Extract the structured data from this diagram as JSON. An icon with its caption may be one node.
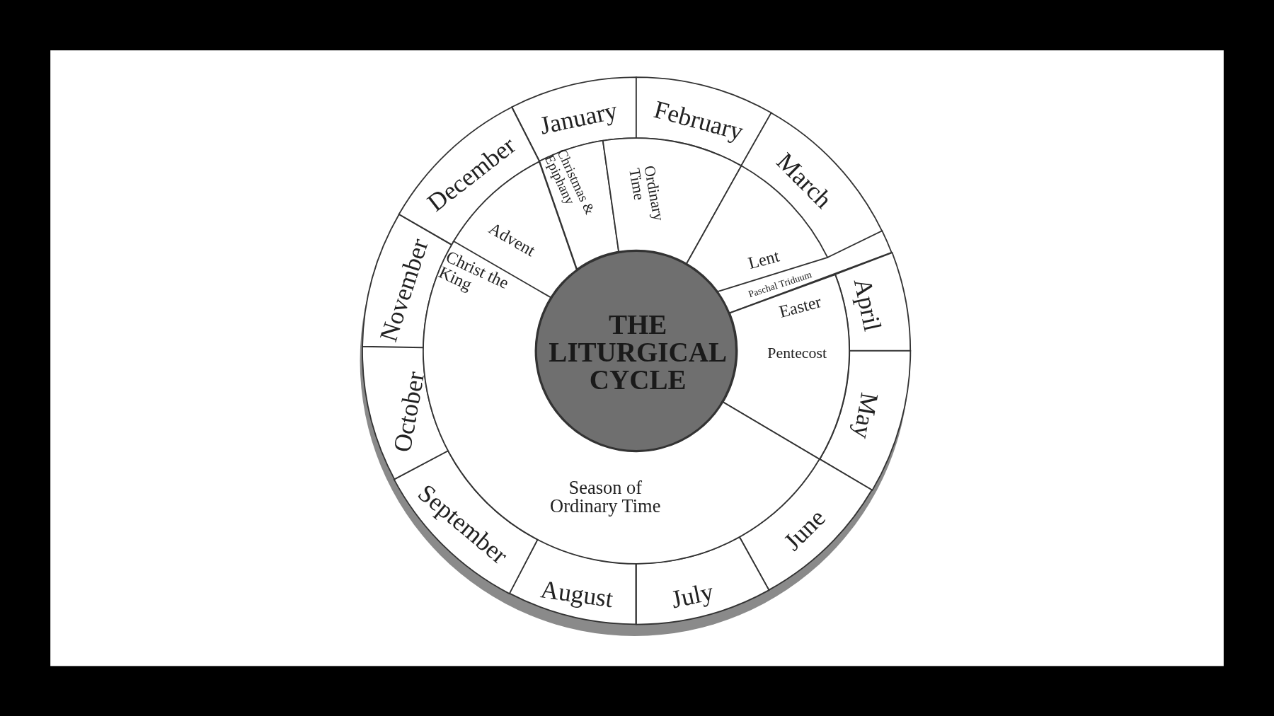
{
  "diagram": {
    "nodes": [
      {
        "text": [
          "January"
        ]
      },
      {
        "text": [
          "February"
        ]
      },
      {
        "text": [
          "March"
        ]
      },
      {
        "text": [
          "April"
        ]
      },
      {
        "text": [
          "May"
        ]
      },
      {
        "text": [
          "June"
        ]
      },
      {
        "text": [
          "July"
        ]
      },
      {
        "text": [
          "August"
        ]
      },
      {
        "text": [
          "September"
        ]
      },
      {
        "text": [
          "October"
        ]
      },
      {
        "text": [
          "November"
        ]
      },
      {
        "text": [
          "December"
        ]
      },
      {
        "text": [
          "Advent"
        ]
      },
      {
        "text": [
          "Christmas & Epiphany"
        ]
      },
      {
        "text": [
          "Ordinary Time"
        ]
      },
      {
        "text": [
          "Lent"
        ]
      },
      {
        "text": [
          "Paschal Triduum"
        ]
      },
      {
        "text": [
          "Easter",
          "Pentecost"
        ]
      },
      {
        "text": [
          "Season of Ordinary Time",
          "Christ the King"
        ]
      },
      {
        "text": [
          "THE LITURGICAL CYCLE"
        ]
      }
    ]
  }
}
